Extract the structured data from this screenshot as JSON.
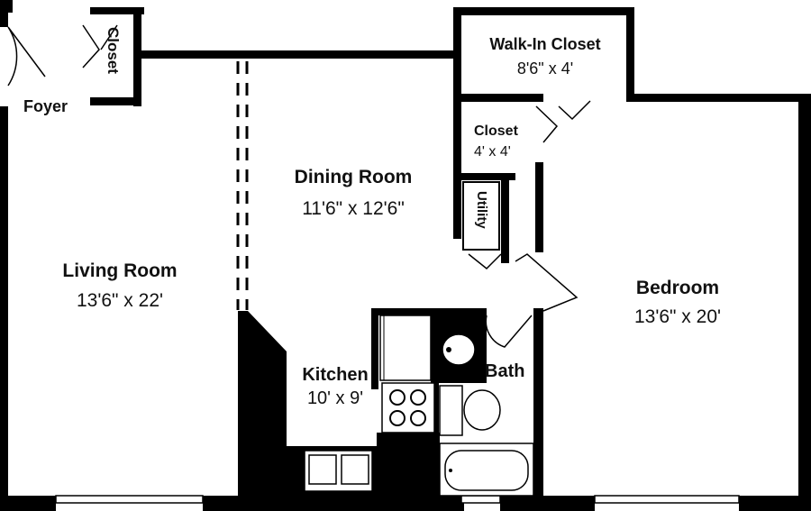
{
  "plan": {
    "rooms": {
      "foyer": {
        "name": "Foyer"
      },
      "entry_closet": {
        "name": "Closet"
      },
      "living_room": {
        "name": "Living Room",
        "dims": "13'6\" x 22'"
      },
      "dining_room": {
        "name": "Dining Room",
        "dims": "11'6\" x 12'6\""
      },
      "walk_in_closet": {
        "name": "Walk-In Closet",
        "dims": "8'6\" x 4'"
      },
      "closet": {
        "name": "Closet",
        "dims": "4' x 4'"
      },
      "utility": {
        "name": "Utility"
      },
      "kitchen": {
        "name": "Kitchen",
        "dims": "10' x 9'"
      },
      "bath": {
        "name": "Bath"
      },
      "bedroom": {
        "name": "Bedroom",
        "dims": "13'6\" x 20'"
      }
    },
    "colors": {
      "wall": "#000000",
      "background": "#ffffff",
      "fixture": "#333333"
    }
  }
}
